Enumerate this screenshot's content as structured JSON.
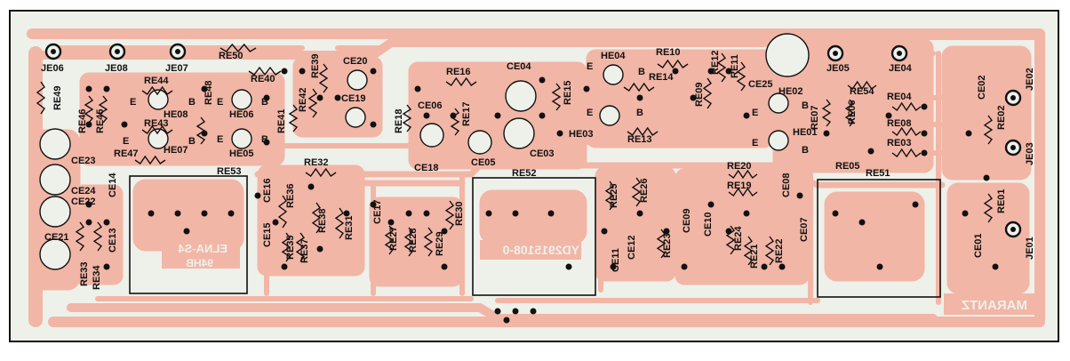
{
  "colors": {
    "background": "#ffffff",
    "frame": "#111111",
    "copper": "#f2b6a6",
    "substrate": "#eef0ea",
    "ink": "#111111"
  },
  "mirrored_text": {
    "elna": "ELNA-S4",
    "code": "94HB",
    "part": "YD2915108-0",
    "brand": "MARANTZ"
  },
  "components": {
    "jacks": [
      {
        "id": "je06",
        "label": "JE06"
      },
      {
        "id": "je08",
        "label": "JE08"
      },
      {
        "id": "je07",
        "label": "JE07"
      },
      {
        "id": "je05",
        "label": "JE05"
      },
      {
        "id": "je04",
        "label": "JE04"
      },
      {
        "id": "je02",
        "label": "JE02"
      },
      {
        "id": "je03",
        "label": "JE03"
      },
      {
        "id": "je01",
        "label": "JE01"
      }
    ],
    "resistors": [
      {
        "id": "re50",
        "label": "RE50"
      },
      {
        "id": "re49",
        "label": "RE49"
      },
      {
        "id": "re44",
        "label": "RE44"
      },
      {
        "id": "re43",
        "label": "RE43"
      },
      {
        "id": "re48",
        "label": "RE48"
      },
      {
        "id": "re46",
        "label": "RE46"
      },
      {
        "id": "re45",
        "label": "RE45"
      },
      {
        "id": "re47",
        "label": "RE47"
      },
      {
        "id": "re40",
        "label": "RE40"
      },
      {
        "id": "re39",
        "label": "RE39"
      },
      {
        "id": "re42",
        "label": "RE42"
      },
      {
        "id": "re41",
        "label": "RE41"
      },
      {
        "id": "re16",
        "label": "RE16"
      },
      {
        "id": "re18",
        "label": "RE18"
      },
      {
        "id": "re17",
        "label": "RE17"
      },
      {
        "id": "re15",
        "label": "RE15"
      },
      {
        "id": "re10",
        "label": "RE10"
      },
      {
        "id": "re14",
        "label": "RE14"
      },
      {
        "id": "re13",
        "label": "RE13"
      },
      {
        "id": "re12",
        "label": "RE12"
      },
      {
        "id": "re11",
        "label": "RE11"
      },
      {
        "id": "re09",
        "label": "RE09"
      },
      {
        "id": "re54",
        "label": "RE54"
      },
      {
        "id": "re07",
        "label": "RE07"
      },
      {
        "id": "re06",
        "label": "RE06"
      },
      {
        "id": "re04",
        "label": "RE04"
      },
      {
        "id": "re08",
        "label": "RE08"
      },
      {
        "id": "re03",
        "label": "RE03"
      },
      {
        "id": "re05",
        "label": "RE05"
      },
      {
        "id": "re02",
        "label": "RE02"
      },
      {
        "id": "re01",
        "label": "RE01"
      },
      {
        "id": "re53",
        "label": "RE53"
      },
      {
        "id": "re32",
        "label": "RE32"
      },
      {
        "id": "re36",
        "label": "RE36"
      },
      {
        "id": "re38",
        "label": "RE38"
      },
      {
        "id": "re31",
        "label": "RE31"
      },
      {
        "id": "re35",
        "label": "RE35"
      },
      {
        "id": "re37",
        "label": "RE37"
      },
      {
        "id": "re33",
        "label": "RE33"
      },
      {
        "id": "re34",
        "label": "RE34"
      },
      {
        "id": "re52",
        "label": "RE52"
      },
      {
        "id": "re30",
        "label": "RE30"
      },
      {
        "id": "re27",
        "label": "RE27"
      },
      {
        "id": "re28",
        "label": "RE28"
      },
      {
        "id": "re29",
        "label": "RE29"
      },
      {
        "id": "re25",
        "label": "RE25"
      },
      {
        "id": "re26",
        "label": "RE26"
      },
      {
        "id": "re20",
        "label": "RE20"
      },
      {
        "id": "re19",
        "label": "RE19"
      },
      {
        "id": "re23",
        "label": "RE23"
      },
      {
        "id": "re24",
        "label": "RE24"
      },
      {
        "id": "re21",
        "label": "RE21"
      },
      {
        "id": "re22",
        "label": "RE22"
      },
      {
        "id": "re51",
        "label": "RE51"
      }
    ],
    "capacitors": [
      {
        "id": "ce20",
        "label": "CE20"
      },
      {
        "id": "ce19",
        "label": "CE19"
      },
      {
        "id": "ce04",
        "label": "CE04"
      },
      {
        "id": "ce06",
        "label": "CE06"
      },
      {
        "id": "ce05",
        "label": "CE05"
      },
      {
        "id": "ce03",
        "label": "CE03"
      },
      {
        "id": "ce25",
        "label": "CE25"
      },
      {
        "id": "ce02",
        "label": "CE02"
      },
      {
        "id": "ce23",
        "label": "CE23"
      },
      {
        "id": "ce24",
        "label": "CE24"
      },
      {
        "id": "ce22",
        "label": "CE22"
      },
      {
        "id": "ce21",
        "label": "CE21"
      },
      {
        "id": "ce14",
        "label": "CE14"
      },
      {
        "id": "ce13",
        "label": "CE13"
      },
      {
        "id": "ce16",
        "label": "CE16"
      },
      {
        "id": "ce15",
        "label": "CE15"
      },
      {
        "id": "ce18",
        "label": "CE18"
      },
      {
        "id": "ce17",
        "label": "CE17"
      },
      {
        "id": "ce11",
        "label": "CE11"
      },
      {
        "id": "ce12",
        "label": "CE12"
      },
      {
        "id": "ce09",
        "label": "CE09"
      },
      {
        "id": "ce10",
        "label": "CE10"
      },
      {
        "id": "ce08",
        "label": "CE08"
      },
      {
        "id": "ce07",
        "label": "CE07"
      },
      {
        "id": "ce01",
        "label": "CE01"
      }
    ],
    "transistors": [
      {
        "id": "he08",
        "label": "HE08"
      },
      {
        "id": "he07",
        "label": "HE07"
      },
      {
        "id": "he06",
        "label": "HE06"
      },
      {
        "id": "he05",
        "label": "HE05"
      },
      {
        "id": "he04",
        "label": "HE04"
      },
      {
        "id": "he03",
        "label": "HE03"
      },
      {
        "id": "he02",
        "label": "HE02"
      },
      {
        "id": "he01",
        "label": "HE01"
      }
    ],
    "pins": {
      "e": "E",
      "b": "B"
    }
  }
}
